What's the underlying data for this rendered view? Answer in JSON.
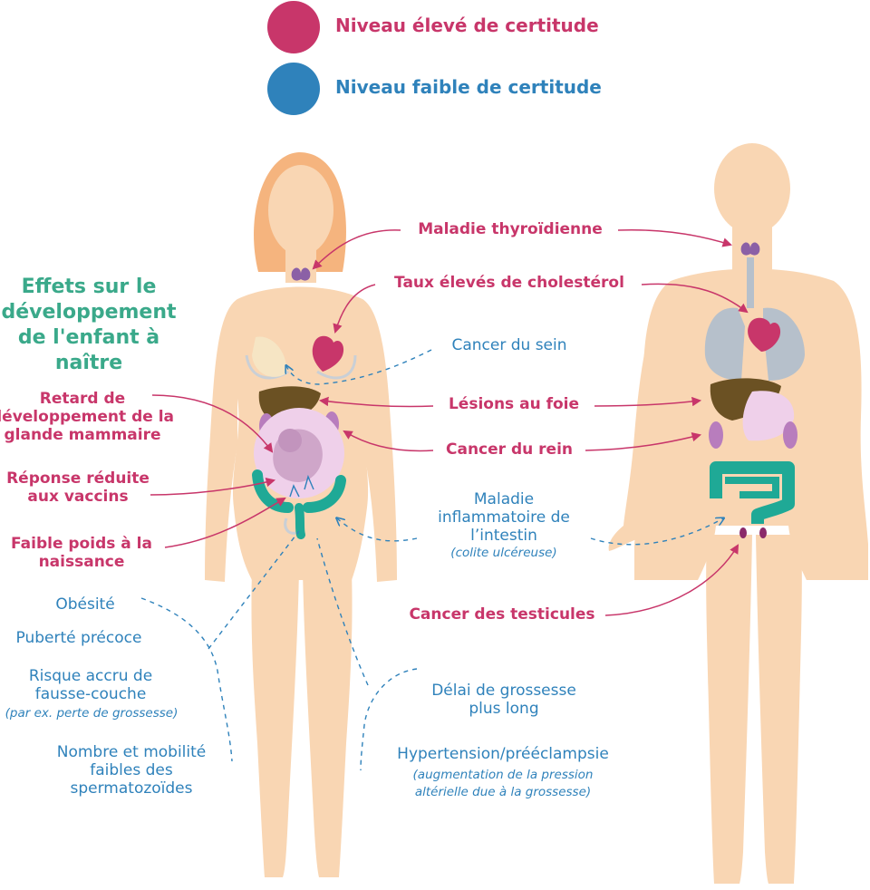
{
  "colors": {
    "high": "#c8366a",
    "low": "#2f82bb",
    "green": "#3aa98a",
    "skin": "#f9d6b3",
    "hair": "#f5b47e"
  },
  "legend": {
    "high_label": "Niveau élevé de certitude",
    "low_label": "Niveau faible de certitude"
  },
  "development": {
    "title": [
      "Effets sur le",
      "développement",
      "de l'enfant à",
      "naître"
    ]
  },
  "labels": {
    "thyroid": "Maladie thyroïdienne",
    "cholesterol": "Taux élevés de cholestérol",
    "breast_cancer": "Cancer du sein",
    "liver": "Lésions au foie",
    "kidney": "Cancer du rein",
    "ibd": [
      "Maladie",
      "inflammatoire de",
      "l’intestin"
    ],
    "ibd_note": "(colite ulcéreuse)",
    "testicular": "Cancer des testicules",
    "mammary": [
      "Retard de",
      "développement de la",
      "glande mammaire"
    ],
    "vaccines": [
      "Réponse réduite",
      "aux vaccins"
    ],
    "birth_weight": [
      "Faible poids à la",
      "naissance"
    ],
    "obesity": "Obésité",
    "puberty": "Puberté précoce",
    "miscarriage": [
      "Risque accru de",
      "fausse-couche"
    ],
    "miscarriage_note": "(par ex. perte de grossesse)",
    "sperm": [
      "Nombre et mobilité",
      "faibles des",
      "spermatozoïdes"
    ],
    "pregnancy_delay": [
      "Délai de grossesse",
      "plus long"
    ],
    "hypertension": "Hypertension/prééclampsie",
    "hypertension_note": [
      "(augmentation de la pression",
      "altérielle due à la grossesse)"
    ]
  }
}
